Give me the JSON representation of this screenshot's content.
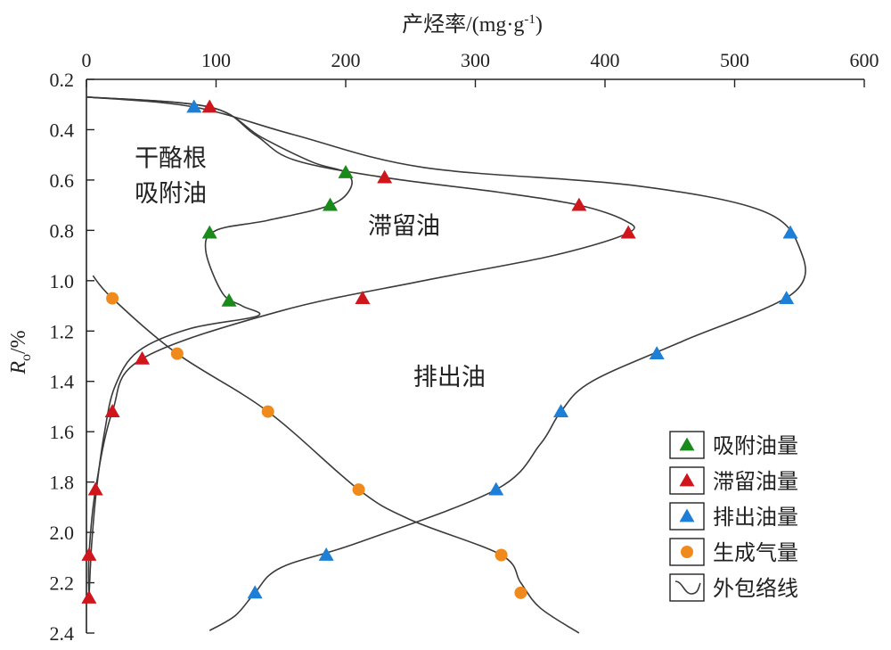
{
  "chart_data": {
    "type": "scatter",
    "x_axis": {
      "label_main": "产烃率/(mg·g",
      "label_sup": "-1",
      "label_close": ")",
      "min": 0,
      "max": 600,
      "ticks": [
        0,
        100,
        200,
        300,
        400,
        500,
        600
      ],
      "position": "top"
    },
    "y_axis": {
      "label_var": "R",
      "label_sub": "o",
      "label_unit": "/%",
      "min": 0.2,
      "max": 2.4,
      "ticks": [
        "0.2",
        "0.4",
        "0.6",
        "0.8",
        "1.0",
        "1.2",
        "1.4",
        "1.6",
        "1.8",
        "2.0",
        "2.2",
        "2.4"
      ],
      "inverted": true
    },
    "region_labels": [
      {
        "text": "干酪根",
        "x": 65,
        "y": 0.51
      },
      {
        "text": "吸附油",
        "x": 65,
        "y": 0.65
      },
      {
        "text": "滞留油",
        "x": 245,
        "y": 0.78
      },
      {
        "text": "排出油",
        "x": 280,
        "y": 1.38
      }
    ],
    "series": [
      {
        "name": "吸附油量",
        "marker": "triangle",
        "color": "#1a8a1a",
        "points": [
          [
            200,
            0.57
          ],
          [
            188,
            0.7
          ],
          [
            95,
            0.81
          ],
          [
            110,
            1.08
          ]
        ]
      },
      {
        "name": "滞留油量",
        "marker": "triangle",
        "color": "#d0161d",
        "points": [
          [
            95,
            0.31
          ],
          [
            230,
            0.59
          ],
          [
            380,
            0.7
          ],
          [
            418,
            0.81
          ],
          [
            213,
            1.07
          ],
          [
            43,
            1.31
          ],
          [
            20,
            1.52
          ],
          [
            7,
            1.83
          ],
          [
            2,
            2.09
          ],
          [
            2,
            2.26
          ]
        ]
      },
      {
        "name": "排出油量",
        "marker": "triangle",
        "color": "#1e7fd6",
        "points": [
          [
            83,
            0.31
          ],
          [
            543,
            0.81
          ],
          [
            540,
            1.07
          ],
          [
            440,
            1.29
          ],
          [
            366,
            1.52
          ],
          [
            316,
            1.83
          ],
          [
            185,
            2.09
          ],
          [
            130,
            2.24
          ]
        ]
      },
      {
        "name": "生成气量",
        "marker": "circle",
        "color": "#f08a1c",
        "points": [
          [
            20,
            1.07
          ],
          [
            70,
            1.29
          ],
          [
            140,
            1.52
          ],
          [
            210,
            1.83
          ],
          [
            320,
            2.09
          ],
          [
            335,
            2.24
          ]
        ]
      }
    ],
    "envelope_legend": "外包络线",
    "envelope_curves": [
      {
        "id": "adsorbed-envelope",
        "points": [
          [
            0,
            0.27
          ],
          [
            95,
            0.31
          ],
          [
            135,
            0.43
          ],
          [
            175,
            0.53
          ],
          [
            200,
            0.57
          ],
          [
            204,
            0.63
          ],
          [
            188,
            0.7
          ],
          [
            140,
            0.76
          ],
          [
            100,
            0.8
          ],
          [
            92,
            0.88
          ],
          [
            105,
            1.05
          ],
          [
            120,
            1.1
          ],
          [
            132,
            1.14
          ],
          [
            80,
            1.19
          ],
          [
            40,
            1.28
          ],
          [
            22,
            1.42
          ],
          [
            14,
            1.6
          ],
          [
            8,
            1.82
          ],
          [
            4,
            2.05
          ],
          [
            2,
            2.26
          ]
        ]
      },
      {
        "name": "",
        "id": "retained-envelope",
        "points": [
          [
            0,
            0.27
          ],
          [
            95,
            0.31
          ],
          [
            130,
            0.42
          ],
          [
            160,
            0.52
          ],
          [
            230,
            0.59
          ],
          [
            320,
            0.65
          ],
          [
            380,
            0.7
          ],
          [
            415,
            0.76
          ],
          [
            418,
            0.81
          ],
          [
            360,
            0.9
          ],
          [
            260,
            1.0
          ],
          [
            150,
            1.12
          ],
          [
            43,
            1.31
          ],
          [
            20,
            1.52
          ],
          [
            7,
            1.83
          ],
          [
            2,
            2.09
          ],
          [
            2,
            2.26
          ]
        ]
      },
      {
        "id": "expelled-envelope",
        "points": [
          [
            0,
            0.27
          ],
          [
            83,
            0.31
          ],
          [
            160,
            0.42
          ],
          [
            260,
            0.55
          ],
          [
            420,
            0.62
          ],
          [
            520,
            0.72
          ],
          [
            550,
            0.87
          ],
          [
            545,
            1.05
          ],
          [
            460,
            1.24
          ],
          [
            390,
            1.4
          ],
          [
            366,
            1.52
          ],
          [
            350,
            1.65
          ],
          [
            316,
            1.83
          ],
          [
            210,
            2.04
          ],
          [
            150,
            2.14
          ],
          [
            130,
            2.24
          ],
          [
            115,
            2.33
          ],
          [
            95,
            2.39
          ]
        ]
      },
      {
        "id": "gas-envelope",
        "points": [
          [
            5,
            0.98
          ],
          [
            20,
            1.07
          ],
          [
            70,
            1.29
          ],
          [
            140,
            1.52
          ],
          [
            210,
            1.83
          ],
          [
            250,
            1.95
          ],
          [
            320,
            2.09
          ],
          [
            335,
            2.2
          ],
          [
            350,
            2.3
          ],
          [
            380,
            2.4
          ]
        ]
      }
    ]
  }
}
